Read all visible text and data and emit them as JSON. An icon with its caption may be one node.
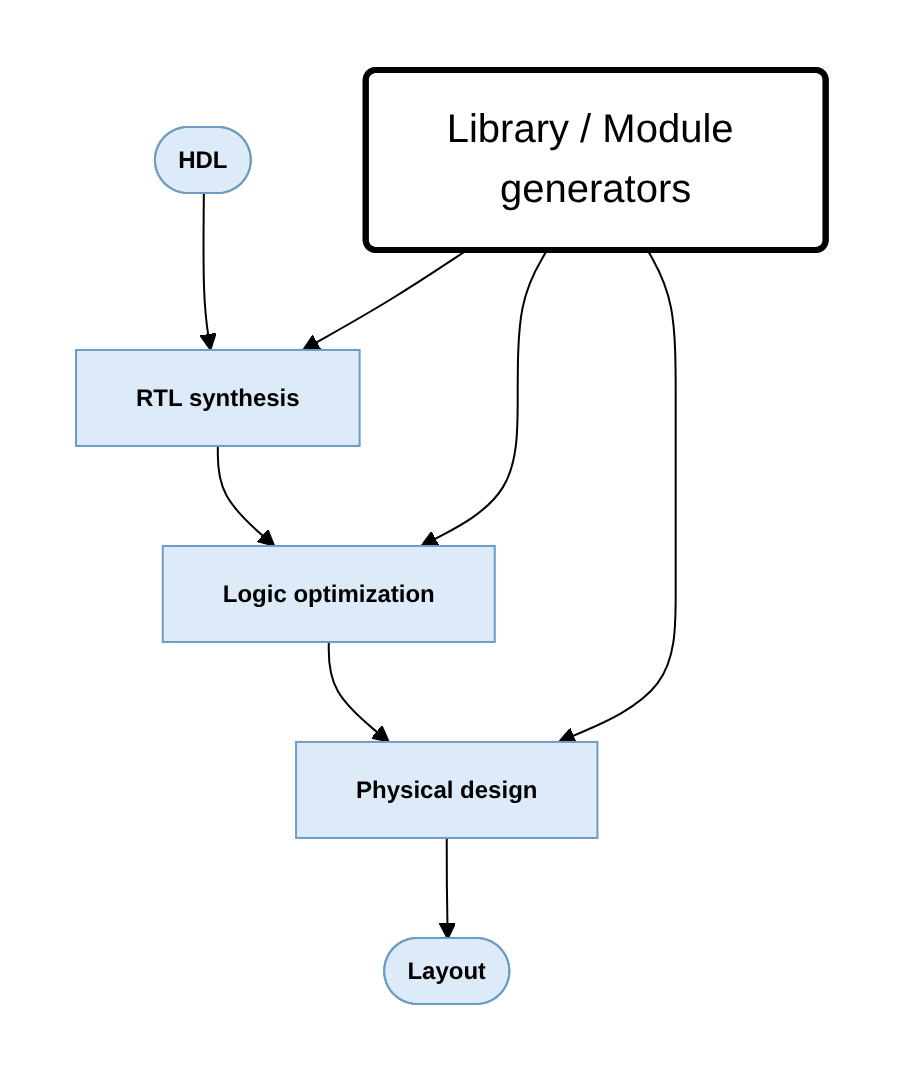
{
  "diagram": {
    "nodes": [
      {
        "text": [
          "HDL"
        ]
      },
      {
        "text": [
          "Library / Module generators"
        ]
      },
      {
        "text": [
          "RTL synthesis"
        ]
      },
      {
        "text": [
          "Logic optimization"
        ]
      },
      {
        "text": [
          "Physical design"
        ]
      },
      {
        "text": [
          "Layout"
        ]
      }
    ],
    "edges": [
      {
        "from": 0,
        "to": 2,
        "arrow": "to"
      },
      {
        "from": 1,
        "to": 2,
        "arrow": "to"
      },
      {
        "from": 2,
        "to": 3,
        "arrow": "to"
      },
      {
        "from": 1,
        "to": 3,
        "arrow": "to"
      },
      {
        "from": 3,
        "to": 4,
        "arrow": "to"
      },
      {
        "from": 1,
        "to": 4,
        "arrow": "to"
      },
      {
        "from": 4,
        "to": 5,
        "arrow": "to"
      }
    ]
  }
}
